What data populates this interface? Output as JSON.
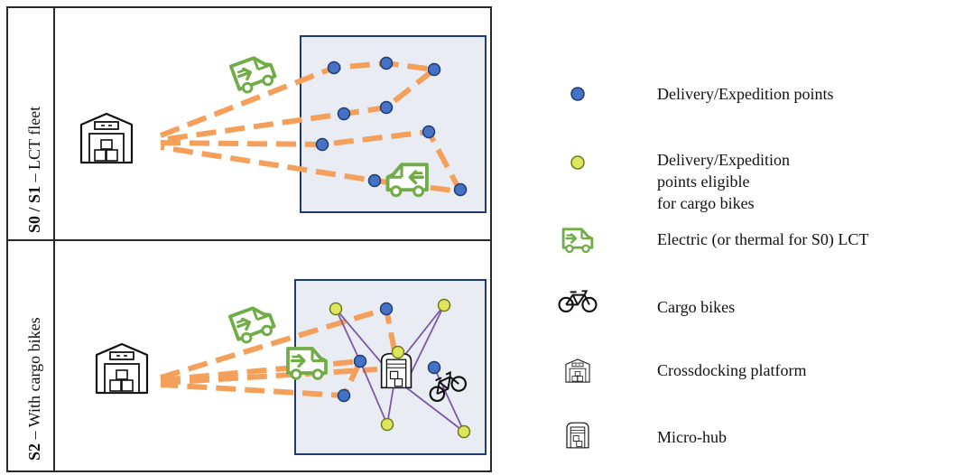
{
  "panels": {
    "top": {
      "label_bold": "S0 / S1",
      "label_rest": " – LCT fleet"
    },
    "bottom": {
      "label_bold": "S2",
      "label_rest": " – With cargo bikes"
    }
  },
  "legend": [
    {
      "icon": "blue-dot-icon",
      "label": "Delivery/Expedition points"
    },
    {
      "icon": "yellow-dot-icon",
      "label": "Delivery/Expedition points eligible\nfor cargo bikes"
    },
    {
      "icon": "van-icon",
      "label": "Electric (or thermal for S0) LCT"
    },
    {
      "icon": "bicycle-icon",
      "label": "Cargo bikes"
    },
    {
      "icon": "warehouse-icon",
      "label": "Crossdocking platform"
    },
    {
      "icon": "micro-hub-icon",
      "label": "Micro-hub"
    }
  ],
  "colors": {
    "route": "#F5A05A",
    "bike_route": "#7E57A8",
    "blue_point": "#4472C4",
    "yellow_point": "#DDE65C",
    "zone_fill": "#E9ECF2",
    "zone_border": "#1F3B73",
    "van": "#70AD47"
  }
}
